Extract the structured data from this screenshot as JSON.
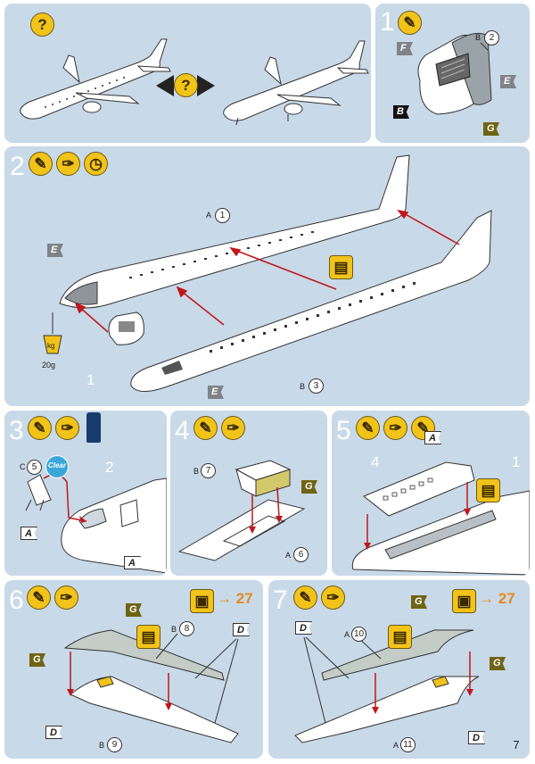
{
  "page_number": "7",
  "intro": {
    "question_icon": "?",
    "center_icon": "?"
  },
  "step1": {
    "number": "1",
    "tags": {
      "F": "F",
      "E": "E",
      "B": "B",
      "G": "G"
    },
    "part_letter": "B",
    "part_number": "2"
  },
  "step2": {
    "number": "2",
    "tag_E_left": "E",
    "tag_E_bottom": "E",
    "part_top_letter": "A",
    "part_top_number": "1",
    "part_bottom_letter": "B",
    "part_bottom_number": "3",
    "cockpit_number": "1",
    "weight": "20g"
  },
  "step3": {
    "number": "3",
    "part_letter": "C",
    "part_number": "5",
    "clear_label": "Clear",
    "tag_A_left": "A",
    "tag_A_right": "A",
    "fuselage_number": "2"
  },
  "step4": {
    "number": "4",
    "part_b_letter": "B",
    "part_b_number": "7",
    "part_a_letter": "A",
    "part_a_number": "6",
    "tag_G": "G"
  },
  "step5": {
    "number": "5",
    "tag_A": "A",
    "left_number": "4",
    "right_number": "1"
  },
  "step6": {
    "number": "6",
    "ref_page": "27",
    "tag_G_top": "G",
    "tag_G_left": "G",
    "tag_D_right": "D",
    "tag_D_bottom": "D",
    "part_top_letter": "B",
    "part_top_number": "8",
    "part_bottom_letter": "B",
    "part_bottom_number": "9"
  },
  "step7": {
    "number": "7",
    "ref_page": "27",
    "tag_G_top": "G",
    "tag_G_right": "G",
    "tag_D_left": "D",
    "tag_D_bottom": "D",
    "part_top_letter": "A",
    "part_top_number": "10",
    "part_bottom_letter": "A",
    "part_bottom_number": "11"
  }
}
